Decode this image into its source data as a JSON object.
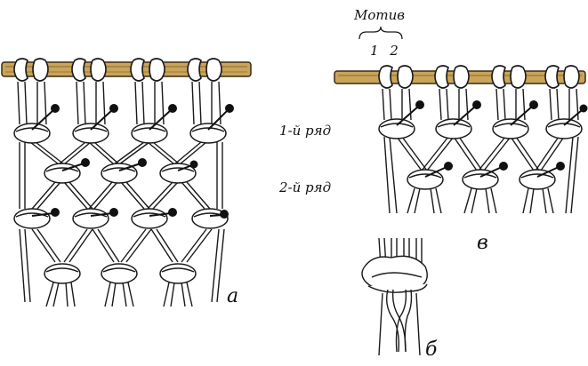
{
  "labels": {
    "motif_title": "Мотив",
    "motif_numbers": "1 2",
    "row1": "1-й ряд",
    "row2": "2-й ряд",
    "fig_a": "а",
    "fig_b": "б",
    "fig_v": "в"
  },
  "colors": {
    "rod": "#c9a45a",
    "rod_stroke": "#3a2a10",
    "ink": "#1a1a1a",
    "pin_head": "#111111",
    "paper": "#ffffff"
  },
  "figures": [
    {
      "id": "a",
      "description_icon": "macrame-net-full"
    },
    {
      "id": "v",
      "description_icon": "macrame-net-partial"
    },
    {
      "id": "b",
      "description_icon": "square-knot-detail"
    }
  ]
}
